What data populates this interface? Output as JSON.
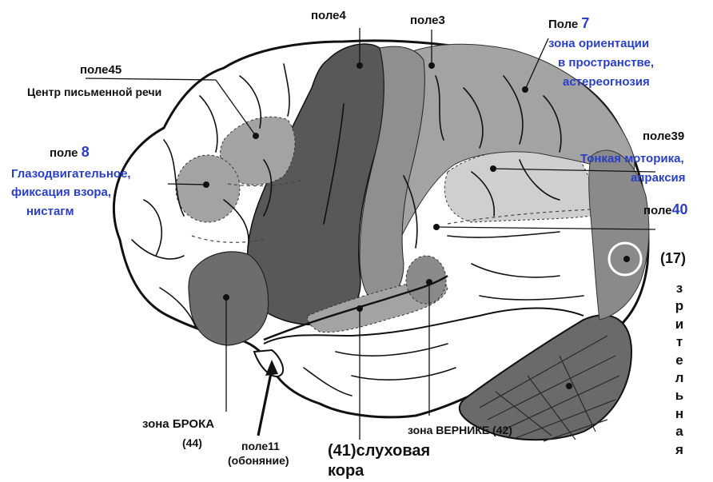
{
  "labels": {
    "pole4": "поле4",
    "pole3": "поле3",
    "pole7_prefix": "Поле",
    "pole7_num": "7",
    "pole7_desc1": "зона ориентации",
    "pole7_desc2": "в пространстве,",
    "pole7_desc3": "астереогнозия",
    "pole45": "поле45",
    "pole45_desc": "Центр письменной речи",
    "pole8_prefix": "поле",
    "pole8_num": "8",
    "pole8_desc1": "Глазодвигательное,",
    "pole8_desc2": "фиксация взора,",
    "pole8_desc3": "нистагм",
    "pole39": "поле39",
    "pole39_desc1": "Тонкая моторика,",
    "pole39_desc2": "апраксия",
    "pole40_prefix": "поле",
    "pole40_num": "40",
    "field17": "(17)",
    "visual_zone": "зрительная",
    "broca1": "зона БРОКА",
    "broca2": "(44)",
    "pole11_line1": "поле11",
    "pole11_line2": "(обоняние)",
    "auditory1": "(41)слуховая",
    "auditory2": "кора",
    "wernicke": "зона ВЕРНИКЕ (42)"
  },
  "colors": {
    "dark_field": "#585858",
    "mid_field": "#a3a3a3",
    "light_field": "#cfcfcf",
    "blue_text": "#2a3fc9"
  }
}
